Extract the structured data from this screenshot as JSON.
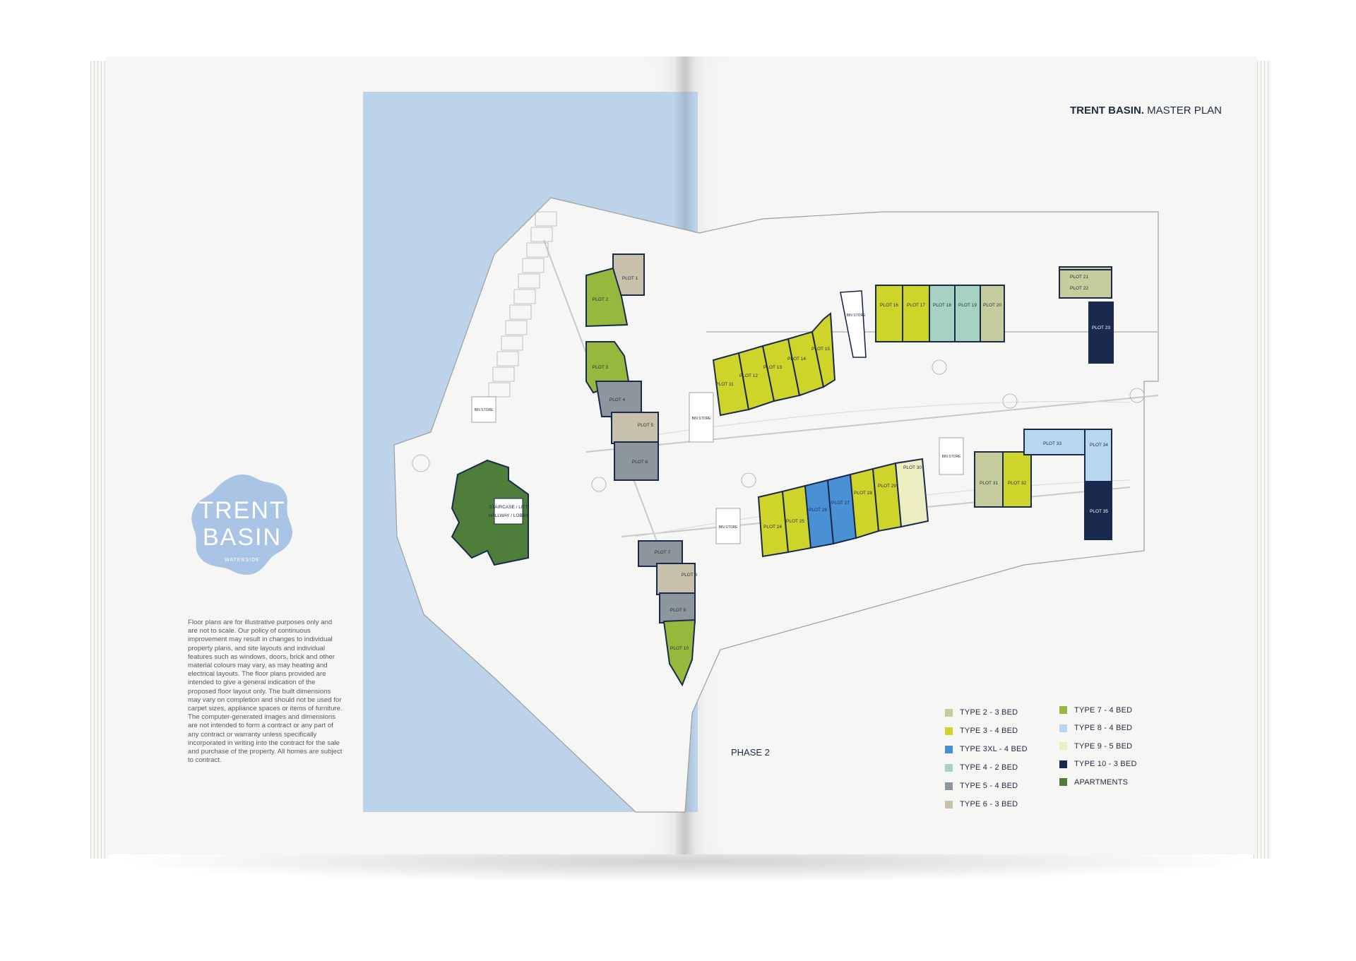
{
  "heading": {
    "title_bold": "TRENT BASIN.",
    "title_rest": " MASTER PLAN"
  },
  "badge": {
    "line1": "TRENT",
    "line2": "BASIN",
    "tagline": "WATERSIDE"
  },
  "disclaimer": "Floor plans are for illustrative purposes only and are not to scale. Our policy of continuous improvement may result in changes to individual property plans, and site layouts and individual features such as windows, doors, brick and other material colours may vary, as may heating and electrical layouts. The floor plans provided are intended to give a general indication of the proposed floor layout only. The built dimensions may vary on completion and should not be used for carpet sizes, appliance spaces or items of furniture. The computer-generated images and dimensions are not intended to form a contract or any part of any contract or warranty unless specifically incorporated in writing into the contract for the sale and purchase of the property. All homes are subject to contract.",
  "phase_label": "PHASE 2",
  "colors": {
    "type2": "#c6cc9c",
    "type3": "#cfd42a",
    "type3xl": "#4a90d4",
    "type4": "#a6d3c1",
    "type5": "#8c969c",
    "type6": "#c9c0aa",
    "type7": "#96b83c",
    "type8": "#b8d6ee",
    "type9": "#ecedc0",
    "type10": "#1a2a4e",
    "apartments": "#4f7d3a",
    "water": "#bcd3e9",
    "badge": "#a9c4e4",
    "ink": "#1f2a44"
  },
  "legend": {
    "col1": [
      {
        "label": "TYPE 2 - 3 BED",
        "color": "#c6cc9c"
      },
      {
        "label": "TYPE 3 - 4 BED",
        "color": "#cfd42a"
      },
      {
        "label": "TYPE 3XL - 4 BED",
        "color": "#4a90d4"
      },
      {
        "label": "TYPE 4 - 2 BED",
        "color": "#a6d3c1"
      },
      {
        "label": "TYPE 5 - 4 BED",
        "color": "#8c969c"
      },
      {
        "label": "TYPE 6 - 3 BED",
        "color": "#c9c0aa"
      }
    ],
    "col2": [
      {
        "label": "TYPE 7 - 4 BED",
        "color": "#96b83c"
      },
      {
        "label": "TYPE 8 - 4 BED",
        "color": "#b8d6ee"
      },
      {
        "label": "TYPE 9 - 5 BED",
        "color": "#ecedc0"
      },
      {
        "label": "TYPE 10 - 3 BED",
        "color": "#1a2a4e"
      },
      {
        "label": "APARTMENTS",
        "color": "#4f7d3a"
      }
    ]
  },
  "plots": [
    {
      "label": "PLOT 1",
      "type": "type6"
    },
    {
      "label": "PLOT 2",
      "type": "type7"
    },
    {
      "label": "PLOT 3",
      "type": "type7"
    },
    {
      "label": "PLOT 4",
      "type": "type5"
    },
    {
      "label": "PLOT 5",
      "type": "type6"
    },
    {
      "label": "PLOT 6",
      "type": "type5"
    },
    {
      "label": "PLOT 7",
      "type": "type5"
    },
    {
      "label": "PLOT 8",
      "type": "type6"
    },
    {
      "label": "PLOT 9",
      "type": "type5"
    },
    {
      "label": "PLOT 10",
      "type": "type7"
    },
    {
      "label": "PLOT 11",
      "type": "type3"
    },
    {
      "label": "PLOT 12",
      "type": "type3"
    },
    {
      "label": "PLOT 13",
      "type": "type3"
    },
    {
      "label": "PLOT 14",
      "type": "type3"
    },
    {
      "label": "PLOT 15",
      "type": "type3"
    },
    {
      "label": "PLOT 16",
      "type": "type3"
    },
    {
      "label": "PLOT 17",
      "type": "type3"
    },
    {
      "label": "PLOT 18",
      "type": "type4"
    },
    {
      "label": "PLOT 19",
      "type": "type4"
    },
    {
      "label": "PLOT 20",
      "type": "type2"
    },
    {
      "label": "PLOT 21",
      "type": "type2"
    },
    {
      "label": "PLOT 22",
      "type": "type2"
    },
    {
      "label": "PLOT 23",
      "type": "type10"
    },
    {
      "label": "PLOT 24",
      "type": "type3"
    },
    {
      "label": "PLOT 25",
      "type": "type3"
    },
    {
      "label": "PLOT 26",
      "type": "type3xl"
    },
    {
      "label": "PLOT 27",
      "type": "type3xl"
    },
    {
      "label": "PLOT 28",
      "type": "type3"
    },
    {
      "label": "PLOT 29",
      "type": "type3"
    },
    {
      "label": "PLOT 30",
      "type": "type9"
    },
    {
      "label": "PLOT 31",
      "type": "type2"
    },
    {
      "label": "PLOT 32",
      "type": "type3"
    },
    {
      "label": "PLOT 33",
      "type": "type8"
    },
    {
      "label": "PLOT 34",
      "type": "type8"
    },
    {
      "label": "PLOT 35",
      "type": "type10"
    }
  ],
  "apartment_labels": [
    "STAIRCASE / LIFT",
    "HALLWAY / LOBBY"
  ],
  "store_label": "BIN STORE"
}
